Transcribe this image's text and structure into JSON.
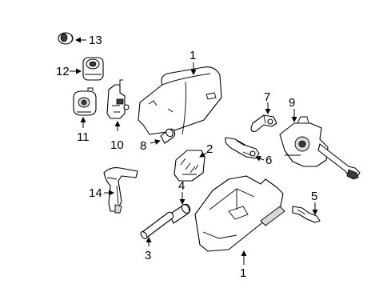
{
  "callouts": {
    "c1_top": "1",
    "c1_bottom": "1",
    "c2": "2",
    "c3": "3",
    "c4": "4",
    "c5": "5",
    "c6": "6",
    "c7": "7",
    "c8": "8",
    "c9": "9",
    "c10": "10",
    "c11": "11",
    "c12": "12",
    "c13": "13",
    "c14": "14"
  }
}
